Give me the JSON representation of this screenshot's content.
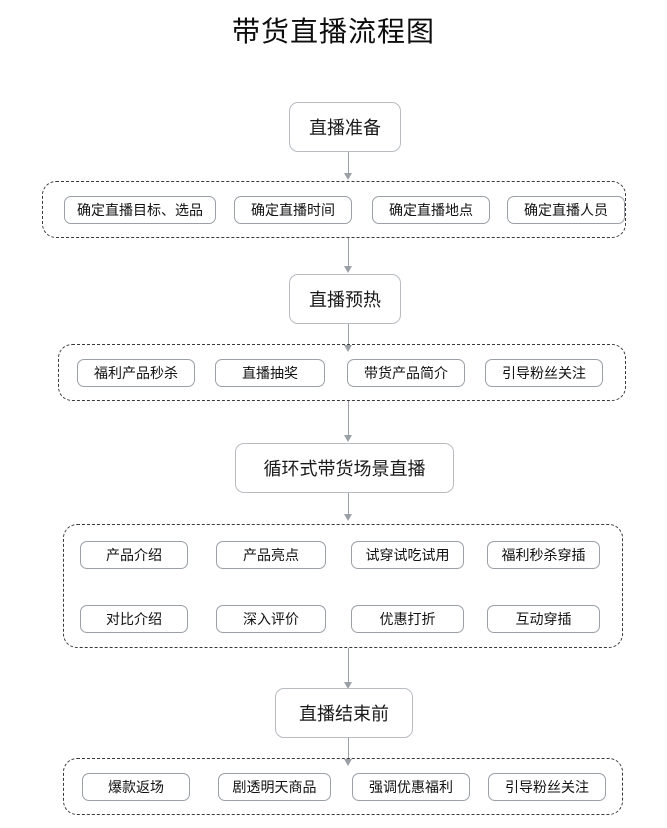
{
  "chart_data": {
    "type": "diagram",
    "diagram_kind": "flowchart",
    "title": "带货直播流程图",
    "orientation": "top-to-bottom",
    "stages": [
      {
        "id": "stage-1",
        "label": "直播准备",
        "items": [
          "确定直播目标、选品",
          "确定直播时间",
          "确定直播地点",
          "确定直播人员"
        ]
      },
      {
        "id": "stage-2",
        "label": "直播预热",
        "items": [
          "福利产品秒杀",
          "直播抽奖",
          "带货产品简介",
          "引导粉丝关注"
        ]
      },
      {
        "id": "stage-3",
        "label": "循环式带货场景直播",
        "items": [
          "产品介绍",
          "产品亮点",
          "试穿试吃试用",
          "福利秒杀穿插",
          "对比介绍",
          "深入评价",
          "优惠打折",
          "互动穿插"
        ]
      },
      {
        "id": "stage-4",
        "label": "直播结束前",
        "items": [
          "爆款返场",
          "剧透明天商品",
          "强调优惠福利",
          "引导粉丝关注"
        ]
      }
    ],
    "edges": [
      {
        "from": "直播准备",
        "to": "直播准备-事项组"
      },
      {
        "from": "直播准备-事项组",
        "to": "直播预热"
      },
      {
        "from": "直播预热",
        "to": "直播预热-事项组"
      },
      {
        "from": "直播预热-事项组",
        "to": "循环式带货场景直播"
      },
      {
        "from": "循环式带货场景直播",
        "to": "循环式带货场景直播-事项组"
      },
      {
        "from": "循环式带货场景直播-事项组",
        "to": "直播结束前"
      },
      {
        "from": "直播结束前",
        "to": "直播结束前-事项组"
      }
    ],
    "colors": {
      "background": "#ffffff",
      "title_text": "#0d0d0d",
      "stage_border": "#b8bcc0",
      "group_border": "#3a3a3a",
      "item_border": "#9aa0a6",
      "connector": "#9aa0a6",
      "text": "#111111"
    }
  },
  "title": {
    "text": "带货直播流程图"
  },
  "stage1": {
    "label": "直播准备",
    "items": [
      {
        "label": "确定直播目标、选品"
      },
      {
        "label": "确定直播时间"
      },
      {
        "label": "确定直播地点"
      },
      {
        "label": "确定直播人员"
      }
    ]
  },
  "stage2": {
    "label": "直播预热",
    "items": [
      {
        "label": "福利产品秒杀"
      },
      {
        "label": "直播抽奖"
      },
      {
        "label": "带货产品简介"
      },
      {
        "label": "引导粉丝关注"
      }
    ]
  },
  "stage3": {
    "label": "循环式带货场景直播",
    "items": [
      {
        "label": "产品介绍"
      },
      {
        "label": "产品亮点"
      },
      {
        "label": "试穿试吃试用"
      },
      {
        "label": "福利秒杀穿插"
      },
      {
        "label": "对比介绍"
      },
      {
        "label": "深入评价"
      },
      {
        "label": "优惠打折"
      },
      {
        "label": "互动穿插"
      }
    ]
  },
  "stage4": {
    "label": "直播结束前",
    "items": [
      {
        "label": "爆款返场"
      },
      {
        "label": "剧透明天商品"
      },
      {
        "label": "强调优惠福利"
      },
      {
        "label": "引导粉丝关注"
      }
    ]
  }
}
